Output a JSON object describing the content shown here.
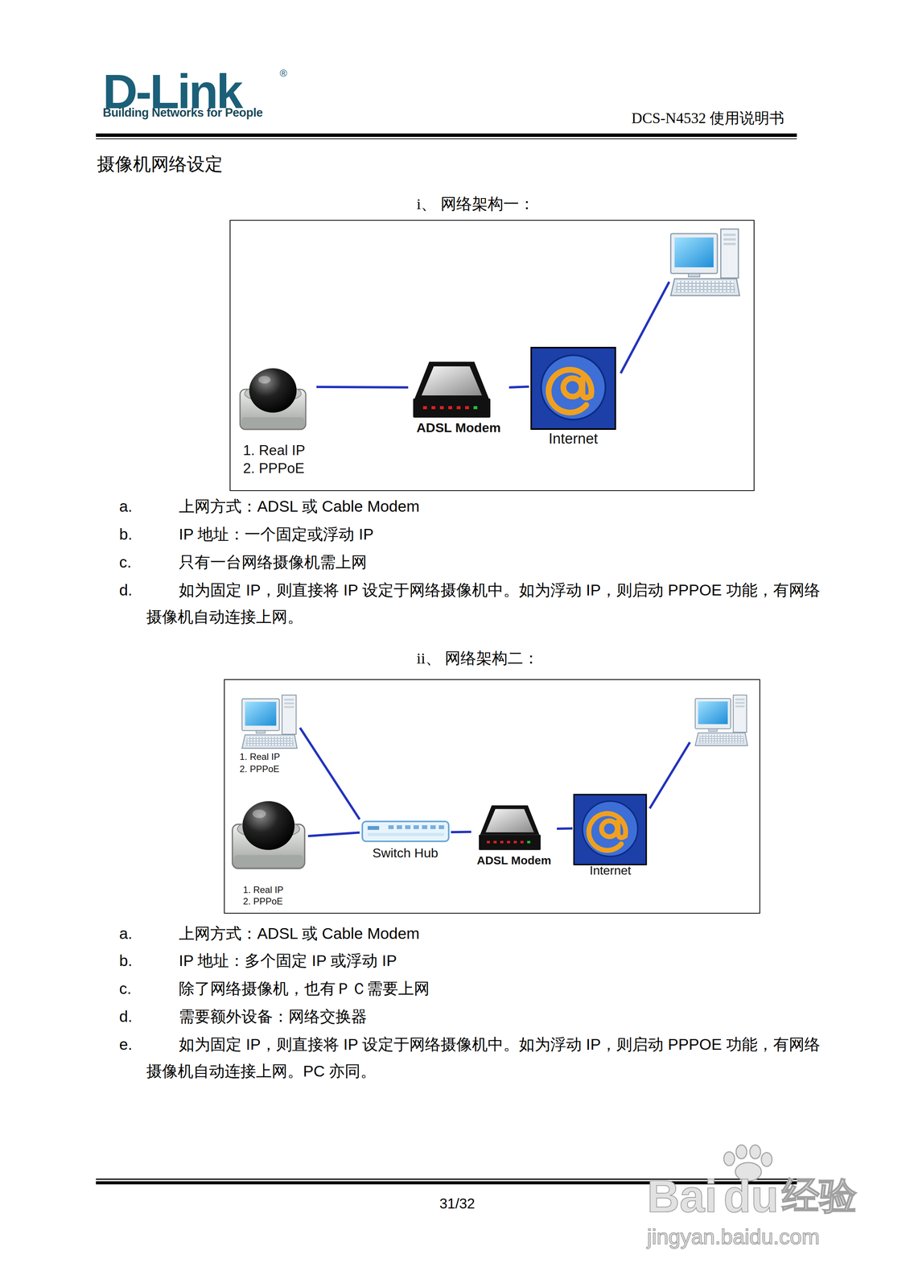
{
  "diagram": {
    "title": "摄像机网络设定",
    "nodes": [
      {
        "text": [
          "1. Real IP",
          "2. PPPoE"
        ]
      },
      {
        "text": [
          "ADSL Modem"
        ]
      },
      {
        "text": [
          "Internet"
        ]
      },
      {
        "text": [
          "1. Real IP",
          "2. PPPoE"
        ]
      },
      {
        "text": [
          "1. Real IP",
          "2. PPPoE"
        ]
      },
      {
        "text": [
          "Switch Hub"
        ]
      },
      {
        "text": [
          "ADSL Modem"
        ]
      },
      {
        "text": [
          "Internet"
        ]
      }
    ],
    "edges": [
      {
        "from": 0,
        "to": 1,
        "arrow": "none"
      },
      {
        "from": 1,
        "to": 2,
        "arrow": "none"
      },
      {
        "from": 3,
        "to": 5,
        "arrow": "none"
      },
      {
        "from": 4,
        "to": 5,
        "arrow": "none"
      },
      {
        "from": 5,
        "to": 6,
        "arrow": "none"
      },
      {
        "from": 6,
        "to": 7,
        "arrow": "none"
      }
    ],
    "labels": [
      "D-Link",
      "®",
      "Building Networks for People",
      "DCS-N4532 使用说明书",
      "i、 网络架构一：",
      "a.",
      "上网方式：ADSL 或 Cable Modem",
      "b.",
      "IP 地址：一个固定或浮动 IP",
      "c.",
      "只有一台网络摄像机需上网",
      "d.",
      "如为固定 IP，则直接将 IP 设定于网络摄像机中。如为浮动 IP，则启动 PPPOE 功能，有网络摄像机自动连接上网。",
      "ii、 网络架构二：",
      "a.",
      "上网方式：ADSL 或 Cable Modem",
      "b.",
      "IP 地址：多个固定  IP 或浮动 IP",
      "c.",
      "除了网络摄像机，也有ＰＣ需要上网",
      "d.",
      "需要额外设备：网络交换器",
      "e.",
      "如为固定 IP，则直接将 IP 设定于网络摄像机中。如为浮动 IP，则启动 PPPOE 功能，有网络摄像机自动连接上网。PC 亦同。",
      "31/32",
      "Bai",
      "du",
      "经验",
      "jingyan.baidu.com"
    ]
  }
}
